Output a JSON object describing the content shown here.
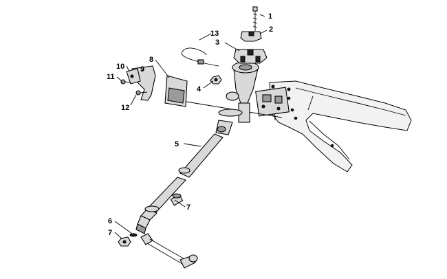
{
  "diagram": {
    "callouts": [
      {
        "id": "c1",
        "label": "1"
      },
      {
        "id": "c2",
        "label": "2"
      },
      {
        "id": "c3",
        "label": "3"
      },
      {
        "id": "c4",
        "label": "4"
      },
      {
        "id": "c5",
        "label": "5"
      },
      {
        "id": "c6",
        "label": "6"
      },
      {
        "id": "c7a",
        "label": "7"
      },
      {
        "id": "c7b",
        "label": "7"
      },
      {
        "id": "c8",
        "label": "8"
      },
      {
        "id": "c9",
        "label": "9"
      },
      {
        "id": "c10",
        "label": "10"
      },
      {
        "id": "c11",
        "label": "11"
      },
      {
        "id": "c12",
        "label": "12"
      },
      {
        "id": "c13",
        "label": "13"
      }
    ]
  }
}
